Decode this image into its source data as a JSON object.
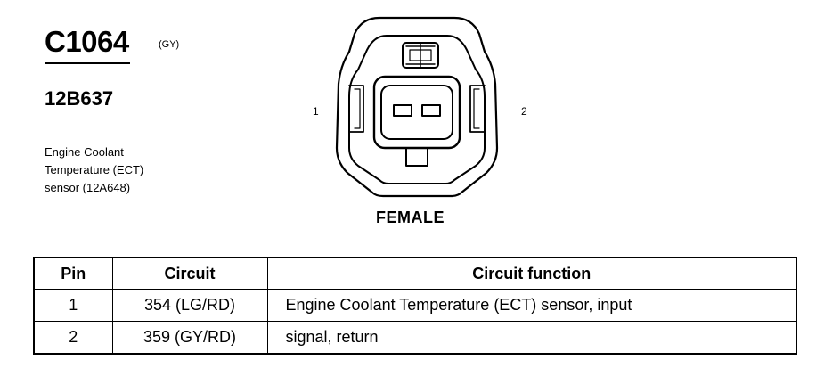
{
  "header": {
    "connector_id": "C1064",
    "connector_color": "(GY)",
    "part_number": "12B637",
    "description_lines": [
      "Engine Coolant",
      "Temperature (ECT)",
      "sensor (12A648)"
    ]
  },
  "diagram": {
    "pin_left": "1",
    "pin_right": "2",
    "gender": "FEMALE"
  },
  "table": {
    "headers": [
      "Pin",
      "Circuit",
      "Circuit function"
    ],
    "rows": [
      {
        "pin": "1",
        "circuit": "354 (LG/RD)",
        "function": "Engine Coolant Temperature (ECT) sensor, input"
      },
      {
        "pin": "2",
        "circuit": "359 (GY/RD)",
        "function": "signal, return"
      }
    ]
  }
}
